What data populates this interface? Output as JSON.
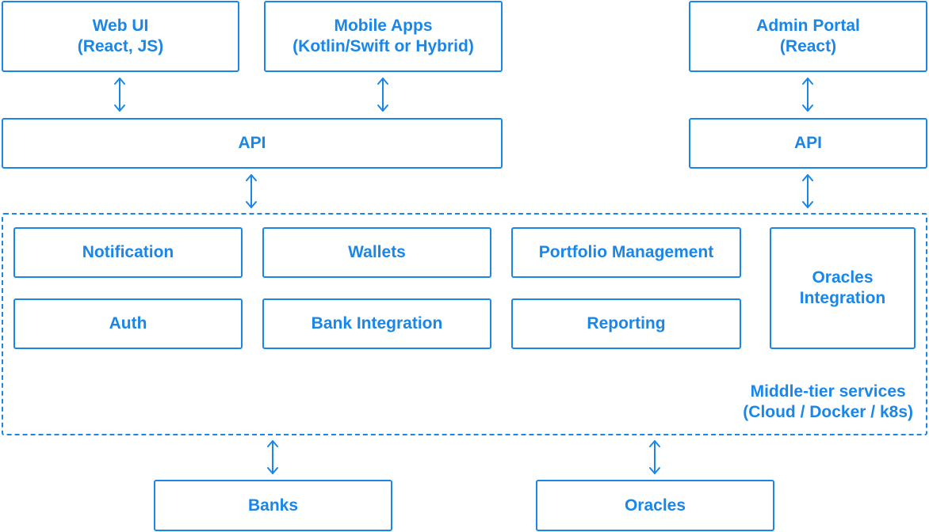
{
  "accent_color": "#1a86e8",
  "clients": {
    "web_ui": [
      "Web UI",
      "(React, JS)"
    ],
    "mobile_apps": [
      "Mobile Apps",
      "(Kotlin/Swift or Hybrid)"
    ],
    "admin_portal": [
      "Admin Portal",
      "(React)"
    ]
  },
  "apis": {
    "public_api": "API",
    "admin_api": "API"
  },
  "middle_tier": {
    "label": [
      "Middle-tier services",
      "(Cloud / Docker / k8s)"
    ],
    "services": {
      "notification": "Notification",
      "wallets": "Wallets",
      "portfolio_management": "Portfolio Management",
      "auth": "Auth",
      "bank_integration": "Bank Integration",
      "reporting": "Reporting",
      "oracles_integration": [
        "Oracles",
        "Integration"
      ]
    }
  },
  "external": {
    "banks": "Banks",
    "oracles": "Oracles"
  },
  "connectors": {
    "style": "double-headed-arrow",
    "links": [
      [
        "Web UI",
        "API"
      ],
      [
        "Mobile Apps",
        "API"
      ],
      [
        "Admin Portal",
        "API"
      ],
      [
        "API",
        "Middle-tier services"
      ],
      [
        "API",
        "Middle-tier services"
      ],
      [
        "Middle-tier services",
        "Banks"
      ],
      [
        "Middle-tier services",
        "Oracles"
      ]
    ]
  }
}
